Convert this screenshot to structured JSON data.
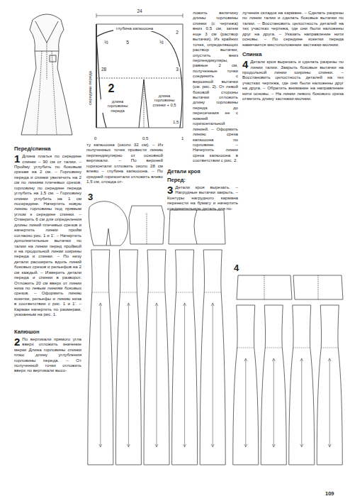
{
  "diagram": {
    "labels": [
      "24",
      "глубина капюшона",
      "½",
      "5",
      "2",
      "½",
      "2",
      "3",
      "длина горловины переда",
      "длина горловины спинки + 0,5",
      "середина переда",
      "1,5",
      "0,5",
      "28",
      "0",
      "1",
      "Перед/спинка",
      "1",
      "Длина платья по середине спинки – 90 см от талии. – Пройму углубить по боковым срезам на 2 см. – Горловину переда и спинки увеличить на 2 см по линиям плечевых срезов, горловину по середине переда углубить на 1,5 см. – Горловину спинки углубить на 1 см посередине. Начертить новую линию горловины под прямым углом к середине спинки. – Отмерить 6 см для определения длины линий плечевых срезов и начертить линии пройм согласно рис. 1 и 1'. – Начертить дополнительные вытачки по талии на линии перед проймой и на продольной линии ширины переда и спинки. – По низу детали расширить вдоль линий боковых срезов и рельефов на 2 см каждый. – Измерить детали переда и спинки в разворот. Отложить 20 см вверх от линии низа по левым линиям боковых срезов. – Оформить линию кокетки, рельефы и линию низа в соответствии с рис. 1 и 1'. – Карман начертить по размерам, указанным на рис. 1.",
      "Капюшон",
      "2",
      "По вертикали прямого угла вверх отложить значение мерки Длина горловины спинки плюс длину углубления горловины переда. – От полученной точки отложить вверх по вертикали высо-",
      "ту капюшона (около 32 см). – Из полученных точек провести линию перпендикулярно от основной вертикали. – По верхней горизонтали отложить около 28 см влево – глубина капюшона. – По средней горизонтали отложить влево 1,5 см, отсюда от-",
      "ложить величину длины горловины спинки (с чертежа) вниз 0,5 см, затем еще 3 см (раствор вытачки). Из крайних точек, определяющих раствор вытачки, опустить вниз перпендикуляры, равные 2 см, полученные точки соединить с вершиной вытачки (см. рис. 2). От левой боковой стороны вытачки отложить длину горловины переда до пересечения ее с нижней горизонтальной линией. – Оформить линию среза капюшона по горловине. – Начертить линии среза капюшона в соответствии с рис. 2.",
      "Детали кроя",
      "Перед:",
      "3",
      "Детали кроя вырезать. – Нагрудные вытачки закрыть. – Контуры нагрудного кармана перенести на бумагу и начертить соединительную деталь для по-",
      "лучения складок на кармане. – Сделать разрезы по линии талии и сделать боковые вытачки по талии. – Восстановить целостность деталей на тех участках чертежа, где они были наложены друг на друга. – Указать направление нити основы. – По середине кокетки переда намечается местоположение застежки-молнии.",
      "Спинка",
      "4",
      "Детали кроя вырезать и сделать разрезы по линии талии. Закрыть боковые вытачки на продольной линии ширины спинки. – Восстановить целостность деталей на тех участках чертежа, где они были наложены друг на друга. – Обратить внимание на направление нити основы. – На линии левого бокового среза отметить длину застежки-молнии.",
      "3",
      "4",
      "109"
    ]
  }
}
